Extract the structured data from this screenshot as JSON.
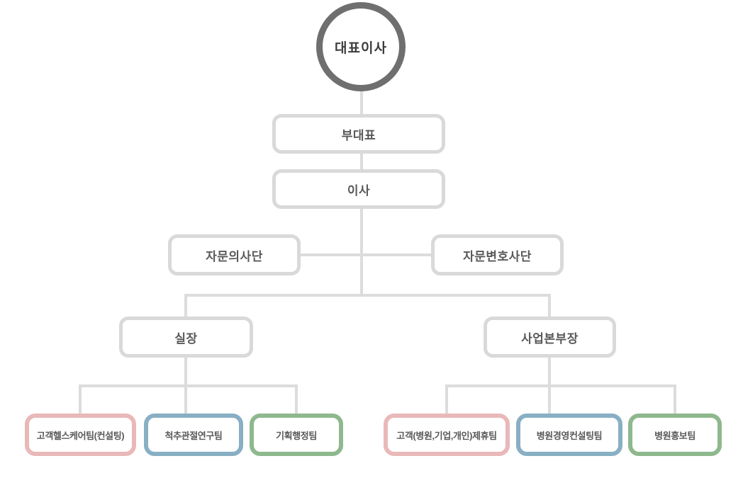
{
  "nodes": {
    "ceo": "대표이사",
    "vice_president": "부대표",
    "director": "이사",
    "advisory_medical_group": "자문의사단",
    "advisory_legal_group": "자문변호사단",
    "office_head": "실장",
    "business_division_head": "사업본부장"
  },
  "teams": {
    "left": [
      {
        "label": "고객헬스케어팀(컨설팅)",
        "accent": "pink"
      },
      {
        "label": "척추관절연구팀",
        "accent": "blue"
      },
      {
        "label": "기획행정팀",
        "accent": "green"
      }
    ],
    "right": [
      {
        "label": "고객(병원,기업,개인)제휴팀",
        "accent": "pink"
      },
      {
        "label": "병원경영컨설팅팀",
        "accent": "blue"
      },
      {
        "label": "병원홍보팀",
        "accent": "green"
      }
    ]
  },
  "colors": {
    "connector_line": "#dcdcdc",
    "default_border": "#d9d9d9",
    "ceo_circle_border": "#6f6f6f",
    "team_pink": "#e9b8b8",
    "team_blue": "#88afc4",
    "team_green": "#8eb88d",
    "label_text": "#595959"
  }
}
